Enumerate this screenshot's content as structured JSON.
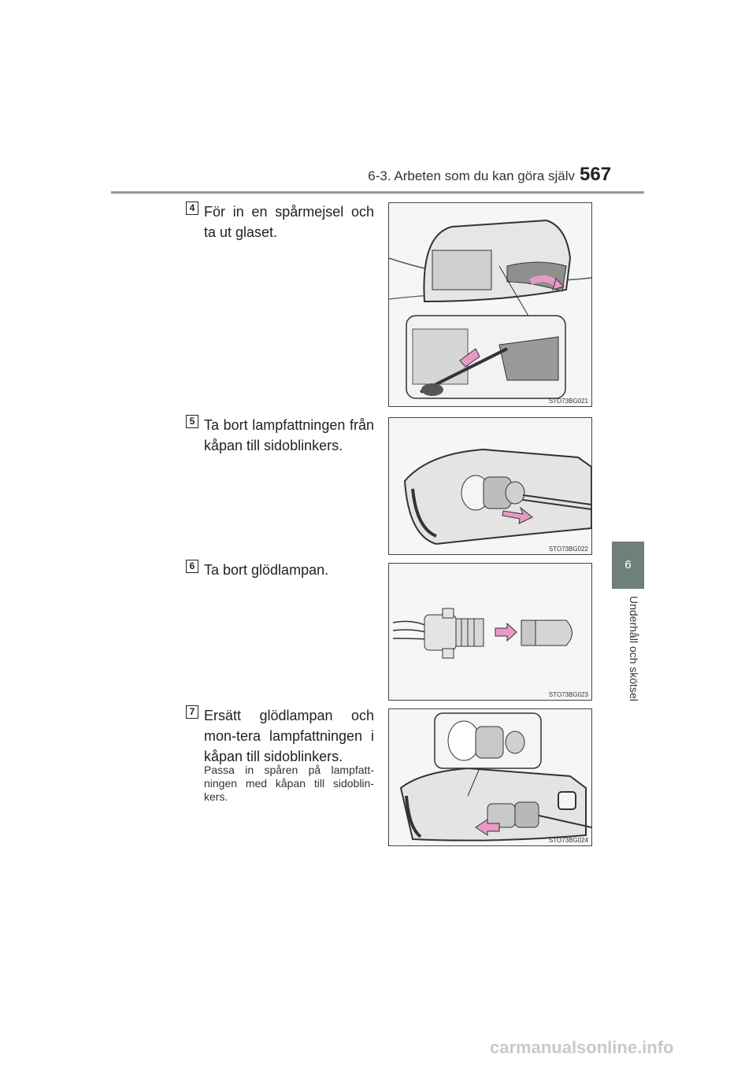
{
  "header": {
    "section_title": "6-3. Arbeten som du kan göra själv",
    "page_number": "567"
  },
  "sidebar": {
    "chapter_number": "6",
    "chapter_title": "Underhåll och skötsel"
  },
  "steps": [
    {
      "number": "4",
      "text": "För in en spårmejsel och ta ut glaset.",
      "figure_code": "STO73BG021"
    },
    {
      "number": "5",
      "text": "Ta bort lampfattningen från kåpan till sidoblinkers.",
      "figure_code": "STO73BG022"
    },
    {
      "number": "6",
      "text": "Ta bort glödlampan.",
      "figure_code": "STO73BG023"
    },
    {
      "number": "7",
      "text": "Ersätt glödlampan och mon-tera lampfattningen i kåpan till sidoblinkers.",
      "note": "Passa in spåren på lampfatt-ningen med kåpan till sidoblin-kers.",
      "figure_code": "STO73BG024"
    }
  ],
  "footer": {
    "watermark": "carmanualsonline.info"
  }
}
